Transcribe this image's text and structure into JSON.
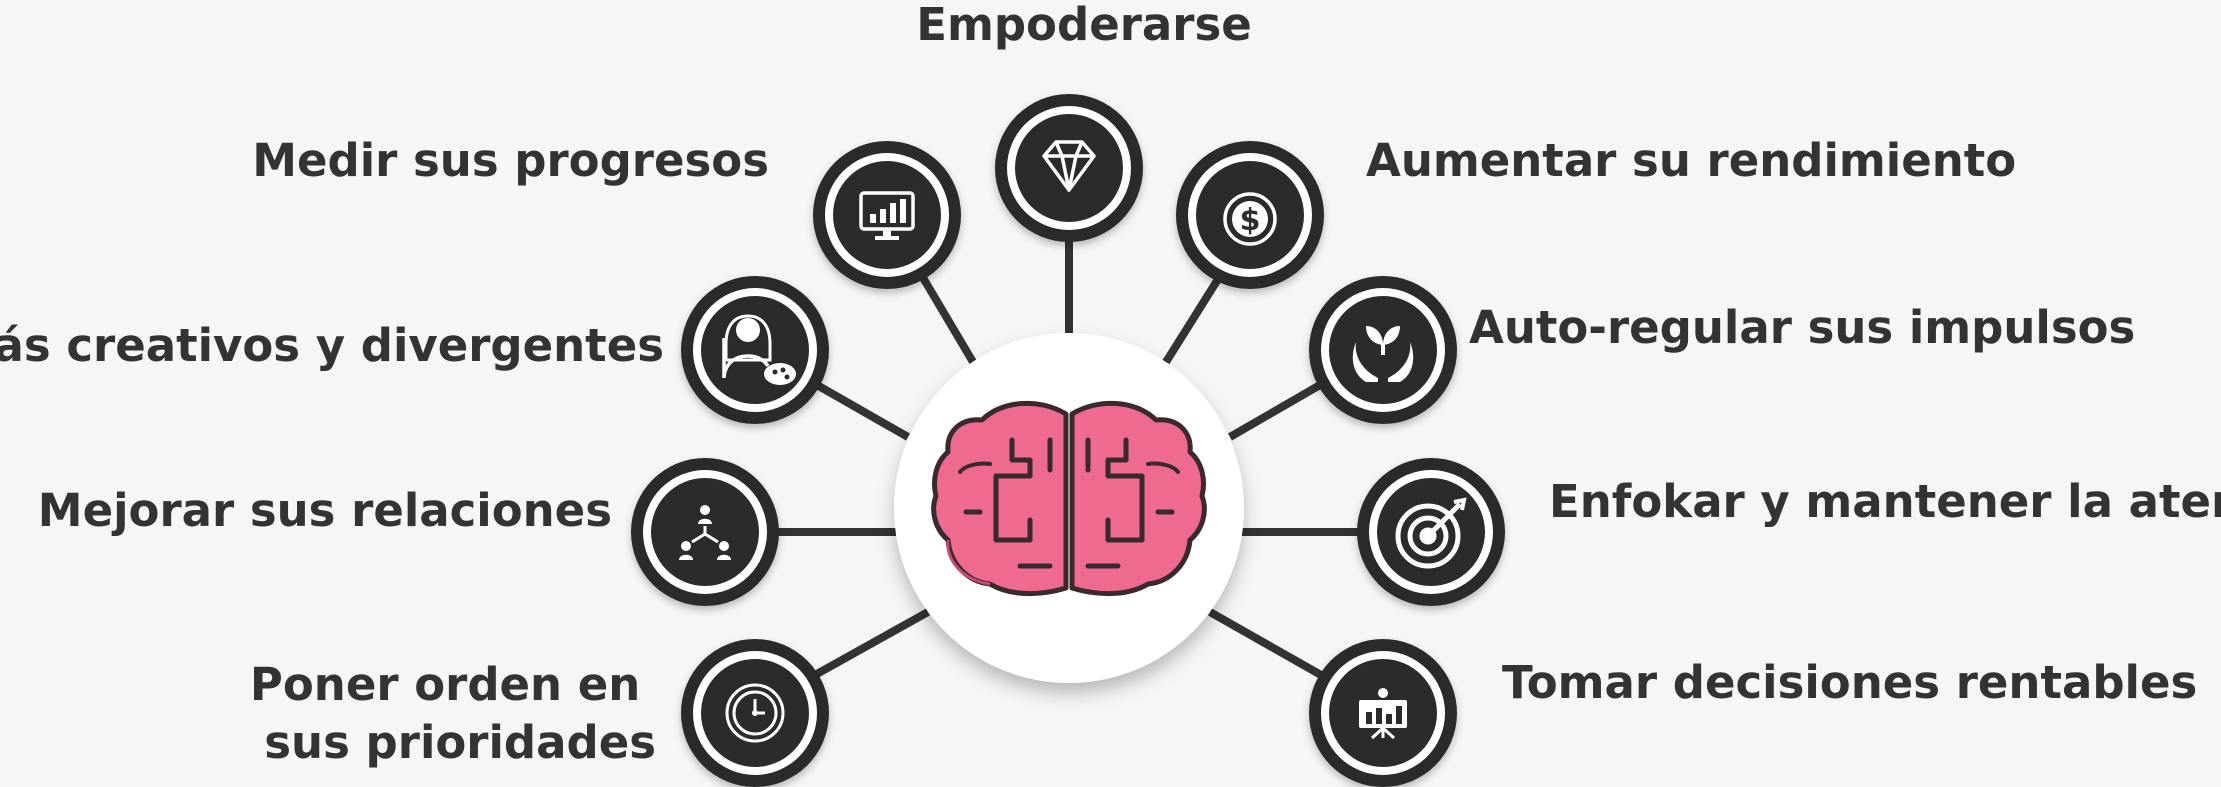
{
  "center": {
    "icon": "brain-icon",
    "color": "#ef6a8f"
  },
  "colors": {
    "background": "#f6f6f6",
    "node": "#2b2b2b",
    "text": "#333333",
    "brain": "#ef6a8f"
  },
  "nodes": [
    {
      "id": "empoderarse",
      "lines": [
        "Empoderarse"
      ],
      "icon": "diamond-icon"
    },
    {
      "id": "medir",
      "lines": [
        "Medir sus progresos"
      ],
      "icon": "monitor-chart-icon"
    },
    {
      "id": "aumentar",
      "lines": [
        "Aumentar su rendimiento"
      ],
      "icon": "dollar-coin-icon"
    },
    {
      "id": "creativos",
      "lines": [
        "Ser más creativos y divergentes"
      ],
      "icon": "artist-palette-icon"
    },
    {
      "id": "autoregular",
      "lines": [
        "Auto-regular sus impulsos"
      ],
      "icon": "hands-plant-icon"
    },
    {
      "id": "relaciones",
      "lines": [
        "Mejorar sus relaciones"
      ],
      "icon": "network-people-icon"
    },
    {
      "id": "enfokar",
      "lines": [
        "Enfokar y mantener la atención"
      ],
      "icon": "target-arrow-icon"
    },
    {
      "id": "prioridades",
      "lines": [
        "Poner orden en",
        "sus prioridades"
      ],
      "icon": "clock-icon"
    },
    {
      "id": "decisiones",
      "lines": [
        "Tomar decisiones rentables"
      ],
      "icon": "presentation-board-icon"
    }
  ]
}
